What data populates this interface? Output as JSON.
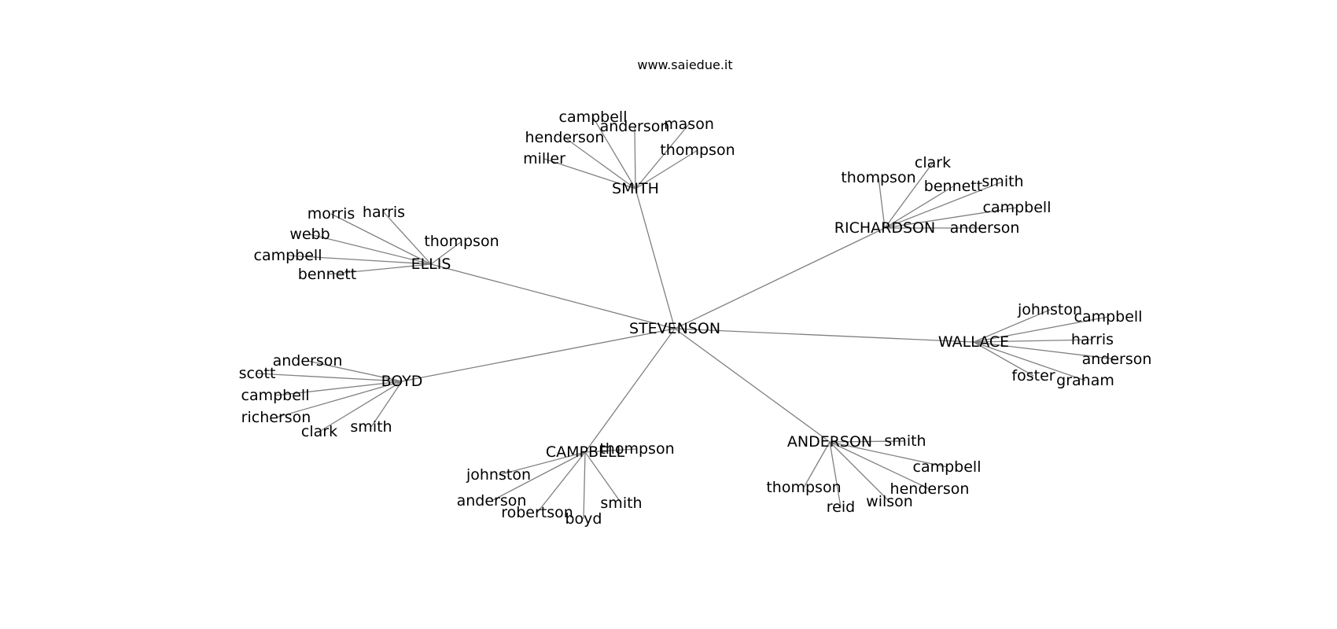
{
  "site": "www.saiedue.it",
  "edge_color": "#808080",
  "center": {
    "name": "STEVENSON"
  },
  "hubs": [
    {
      "name": "SMITH",
      "leaves": [
        "campbell",
        "anderson",
        "mason",
        "henderson",
        "thompson",
        "miller"
      ]
    },
    {
      "name": "RICHARDSON",
      "leaves": [
        "clark",
        "thompson",
        "bennett",
        "smith",
        "campbell",
        "anderson"
      ]
    },
    {
      "name": "ELLIS",
      "leaves": [
        "morris",
        "harris",
        "webb",
        "thompson",
        "campbell",
        "bennett"
      ]
    },
    {
      "name": "WALLACE",
      "leaves": [
        "johnston",
        "campbell",
        "harris",
        "anderson",
        "foster",
        "graham"
      ]
    },
    {
      "name": "BOYD",
      "leaves": [
        "anderson",
        "scott",
        "campbell",
        "richerson",
        "clark",
        "smith"
      ]
    },
    {
      "name": "CAMPBELL",
      "leaves": [
        "thompson",
        "johnston",
        "anderson",
        "robertson",
        "boyd",
        "smith"
      ]
    },
    {
      "name": "ANDERSON",
      "leaves": [
        "smith",
        "campbell",
        "thompson",
        "henderson",
        "wilson",
        "reid"
      ]
    }
  ]
}
